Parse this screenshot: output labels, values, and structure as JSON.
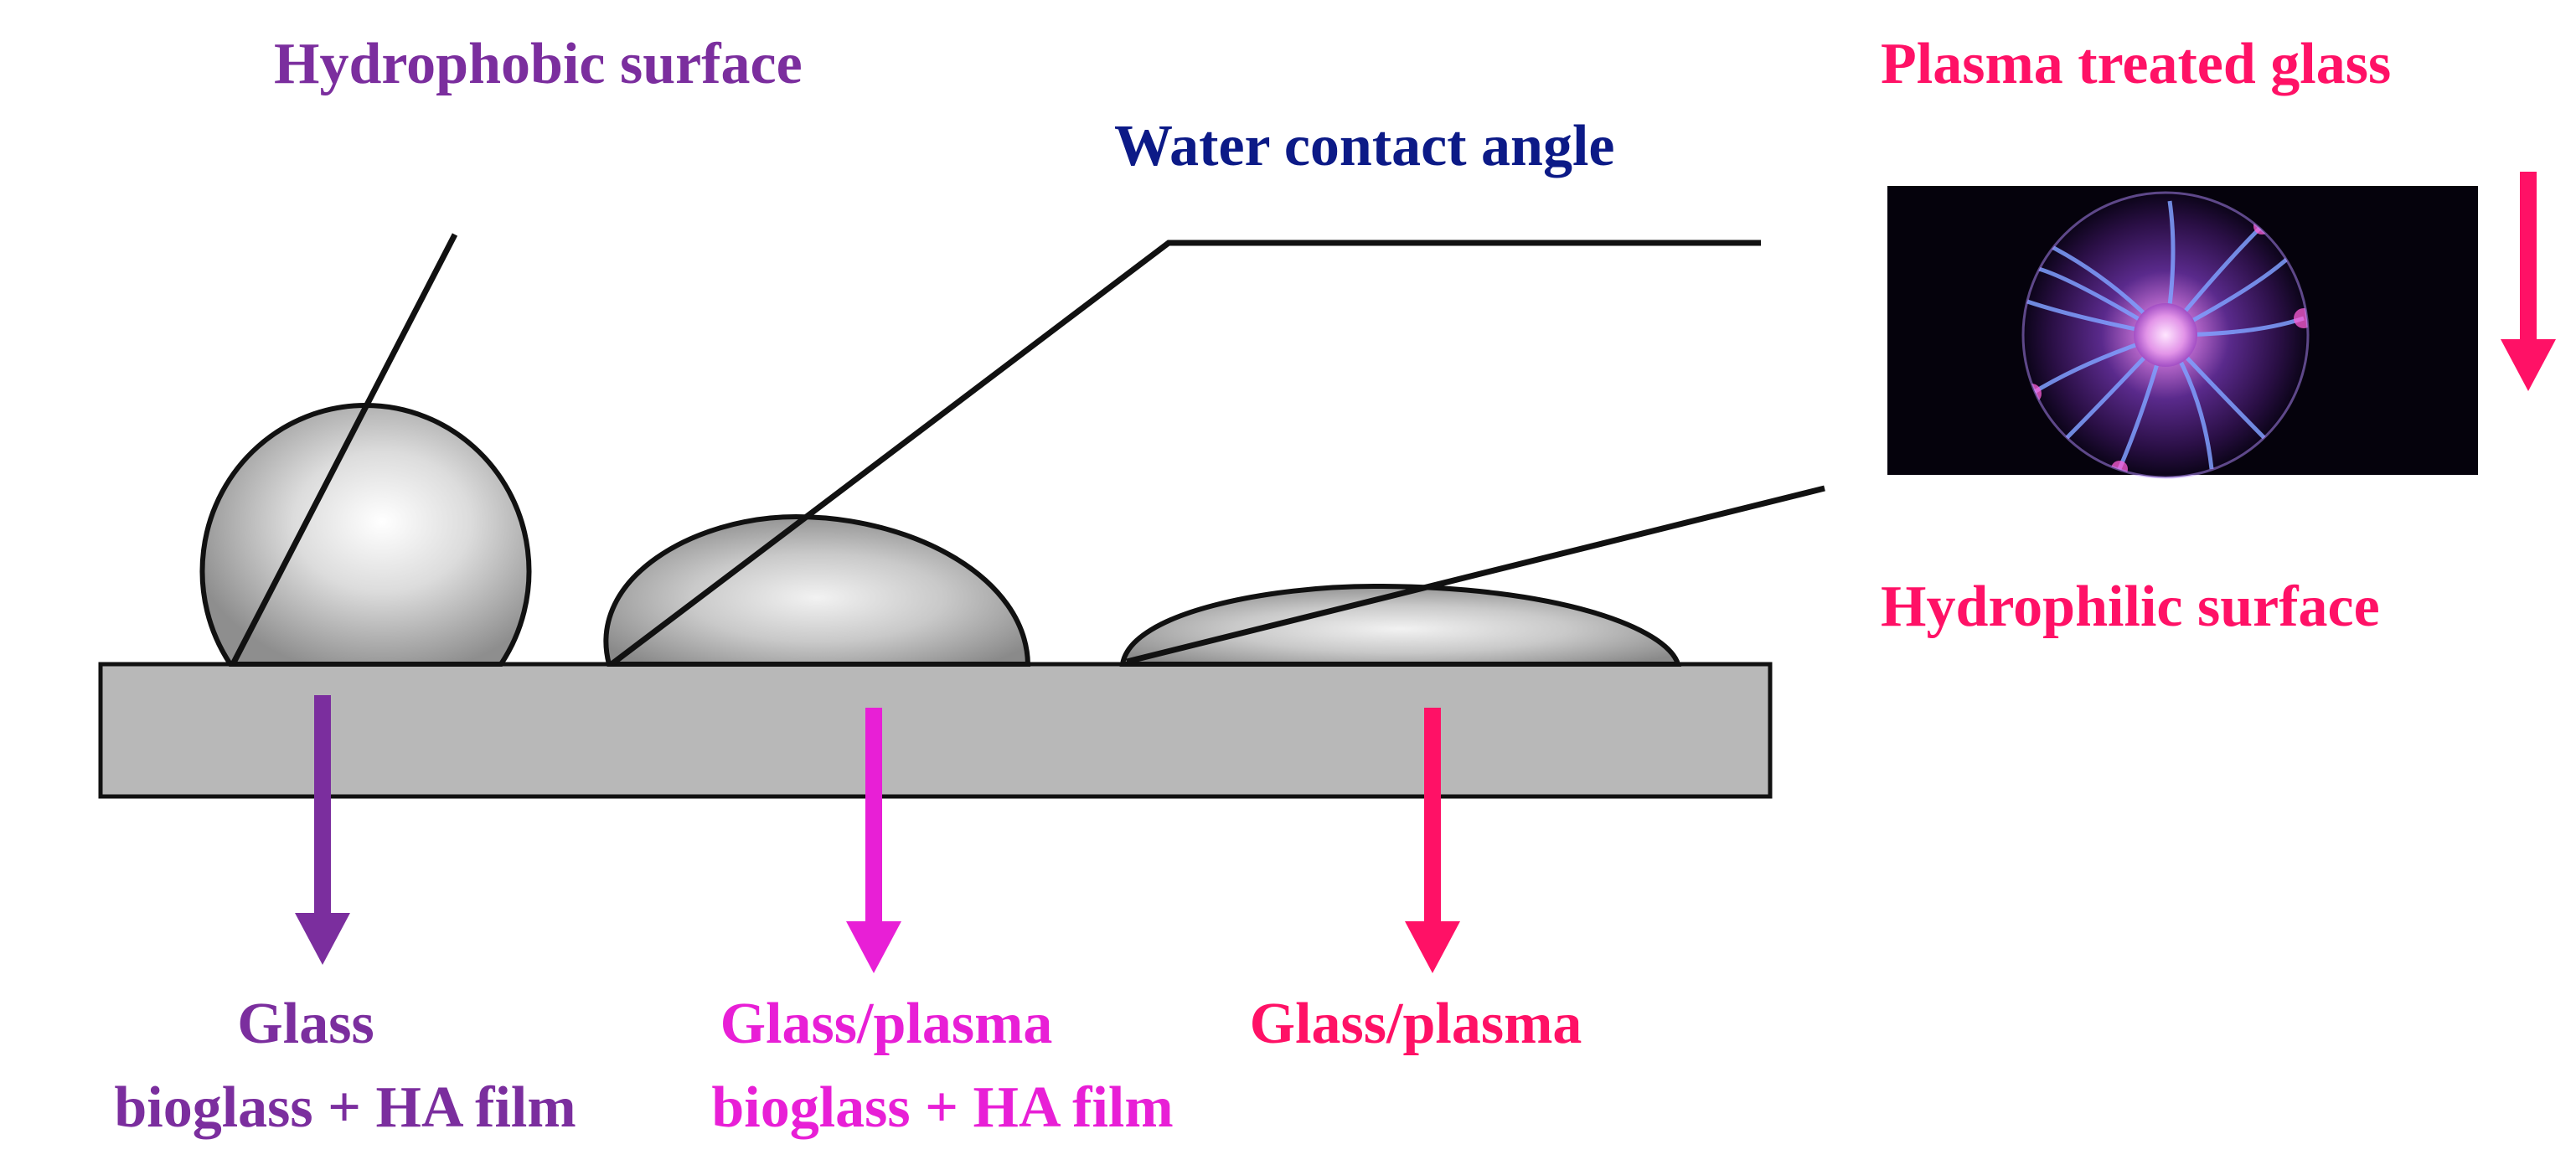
{
  "colors": {
    "hydrophobic": "#7B2E9E",
    "water_angle": "#0C1A87",
    "plasma_glass": "#FF1166",
    "glass_plasma_film": "#E81FD6",
    "substrate_fill": "#B8B8B8",
    "outline": "#111111"
  },
  "labels": {
    "hydrophobic_surface": "Hydrophobic surface",
    "water_contact_angle": "Water contact angle",
    "plasma_treated_glass": "Plasma treated glass",
    "hydrophilic_surface": "Hydrophilic surface"
  },
  "samples": [
    {
      "line1": "Glass",
      "line2": "bioglass + HA film"
    },
    {
      "line1": "Glass/plasma",
      "line2": "bioglass + HA film"
    },
    {
      "line1": "Glass/plasma",
      "line2": ""
    }
  ],
  "icons": {
    "plasma_image": "plasma-ball-image",
    "arrows": "down-arrow-icon"
  }
}
